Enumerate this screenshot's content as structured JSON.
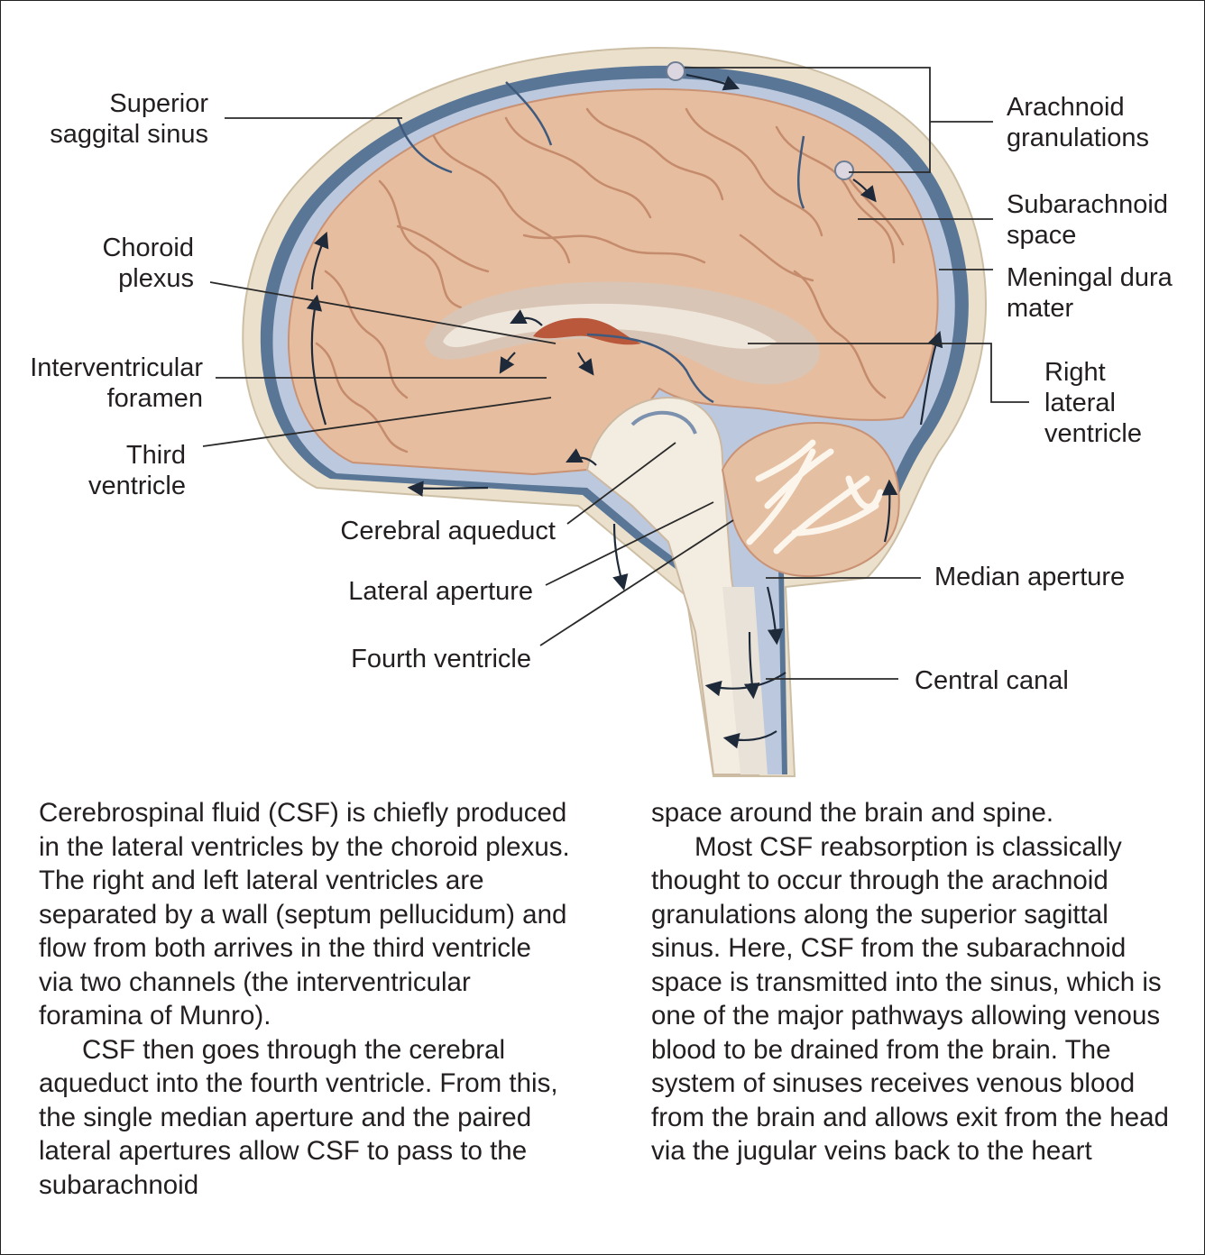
{
  "labels": {
    "superior_sagittal_sinus": "Superior\nsaggital sinus",
    "choroid_plexus": "Choroid\nplexus",
    "interventricular_foramen": "Interventricular\nforamen",
    "third_ventricle": "Third\nventricle",
    "cerebral_aqueduct": "Cerebral aqueduct",
    "lateral_aperture": "Lateral aperture",
    "fourth_ventricle": "Fourth ventricle",
    "arachnoid_granulations": "Arachnoid\ngranulations",
    "subarachnoid_space": "Subarachnoid\nspace",
    "meningal_dura_mater": "Meningal dura\nmater",
    "right_lateral_ventricle": "Right\nlateral\nventricle",
    "median_aperture": "Median aperture",
    "central_canal": "Central canal"
  },
  "text": {
    "col1_p1": "Cerebrospinal fluid (CSF) is chiefly produced in the lateral ventricles by the choroid plexus. The right and left lateral ventricles are separated by a wall (septum pellucidum) and flow from both arrives in the third ventricle via two channels (the interventricular foramina of Munro).",
    "col1_p2": "CSF then goes through the cerebral aqueduct into the fourth ventricle. From this, the single median aperture and the paired lateral apertures allow CSF to pass to the subarachnoid",
    "col2_p1": "space around the brain and spine.",
    "col2_p2": "Most CSF reabsorption is classically thought to occur through the arachnoid granulations along the superior sagittal sinus. Here, CSF from the subarachnoid space is transmitted into the sinus, which is one of the major pathways allowing venous blood to be drained from the brain. The system of sinuses receives venous blood from the brain and allows exit from the head via the jugular veins back to the heart"
  },
  "colors": {
    "skull": "#e9dcc6",
    "dura": "#4d6a8c",
    "csf": "#b9c6dc",
    "brain": "#e6bb9c",
    "brain_fold": "#c98f70",
    "ventricle": "#ece6dc",
    "choroid": "#b5553a",
    "cerebellum_white": "#fbf5ec",
    "leader": "#2a2a2a"
  }
}
